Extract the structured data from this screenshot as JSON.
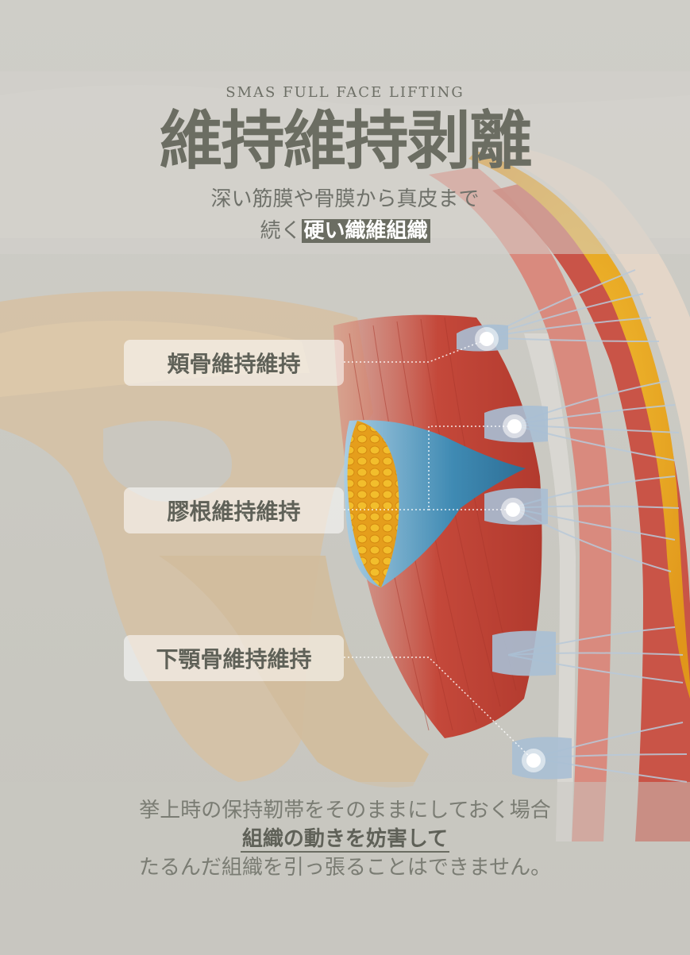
{
  "header": {
    "subtitle_en": "SMAS FULL FACE LIFTING",
    "title": "維持維持剥離",
    "desc_line1": "深い筋膜や骨膜から真皮まで",
    "desc_line2_prefix": "続く",
    "desc_line2_highlight": "硬い織維組織"
  },
  "labels": {
    "zygomatic": "頬骨維持維持",
    "nasolabial": "膠根維持維持",
    "mandibular": "下顎骨維持維持"
  },
  "footer": {
    "line1": "挙上時の保持靭帯をそのままにしておく場合",
    "line2": "組織の動きを妨害して",
    "line3": "たるんだ組織を引っ張ることはできません。"
  },
  "colors": {
    "background": "#c8c7c0",
    "title": "#6b6d62",
    "bone": "#d9c3a5",
    "muscle": "#c24a3c",
    "fat": "#e8a423",
    "ligament": "#9fb8d2",
    "fat_pad": "#3d86b0"
  },
  "icons": [
    "marker-dot-icon"
  ]
}
